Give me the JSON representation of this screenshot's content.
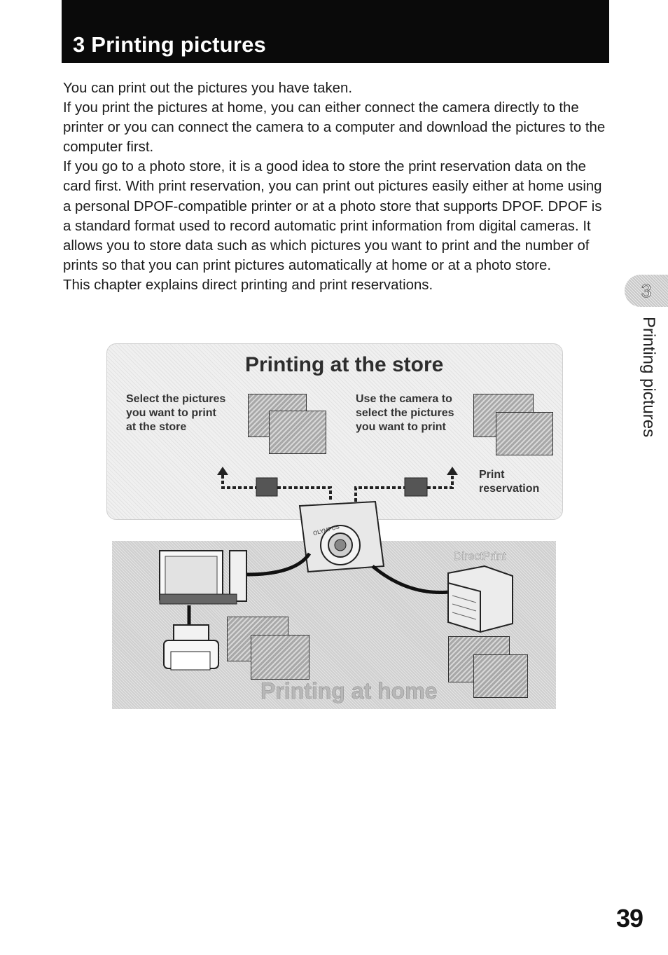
{
  "header": {
    "title": "3  Printing pictures"
  },
  "intro": {
    "paragraphs": [
      "You can print out the pictures you have taken.",
      "If you print the pictures at home, you can either connect the camera directly to the printer or you can connect the camera to a computer and download the pictures to the computer first.",
      "If you go to a photo store, it is a good idea to store the print reservation data on the card first. With print reservation, you can print out pictures easily either at home using a personal DPOF-compatible printer or at a photo store that supports DPOF. DPOF is a standard format used to record automatic print information from digital cameras. It allows you to store data such as which pictures you want to print and the number of prints so that you can print pictures automatically at home or at a photo store.",
      "This chapter explains direct printing and print reservations."
    ]
  },
  "side_tab": {
    "number": "3",
    "label": "Printing pictures"
  },
  "diagram": {
    "store_title": "Printing at the store",
    "store_note_left": "Select the pictures\nyou want to print\nat the store",
    "store_note_right": "Use the camera to\nselect the pictures\nyou want to print",
    "print_reservation": "Print\nreservation",
    "camera_brand": "OLYMPUS",
    "directprint_label": "DirectPrint",
    "home_title": "Printing at home"
  },
  "page_number": "39"
}
